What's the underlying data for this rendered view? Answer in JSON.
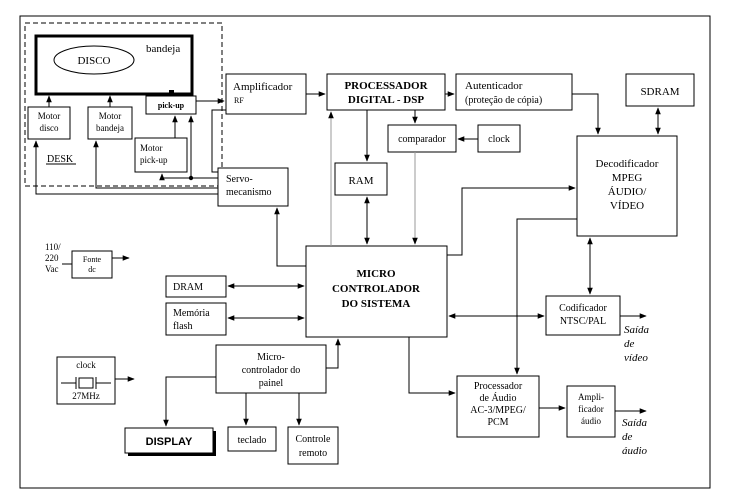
{
  "blocks": {
    "disco": "DISCO",
    "bandeja": "bandeja",
    "motor_disco": [
      "Motor",
      "disco"
    ],
    "motor_bandeja": [
      "Motor",
      "bandeja"
    ],
    "pickup": "pick-up",
    "motor_pickup": [
      "Motor",
      "pick-up"
    ],
    "desk": "DESK",
    "amplificador_rf": [
      "Amplificador",
      "RF"
    ],
    "processador_dsp": [
      "PROCESSADOR",
      "DIGITAL - DSP"
    ],
    "autenticador": [
      "Autenticador",
      "(proteção de cópia)"
    ],
    "sdram": "SDRAM",
    "comparador": "comparador",
    "clock_top": "clock",
    "ram": "RAM",
    "servo": [
      "Servo-",
      "mecanismo"
    ],
    "decodificador": [
      "Decodificador",
      "MPEG",
      "ÁUDIO/",
      "VÍDEO"
    ],
    "fonte": [
      "Fonte",
      "dc"
    ],
    "fonte_input": [
      "110/",
      "220",
      "Vac"
    ],
    "micro": [
      "MICRO",
      "CONTROLADOR",
      "DO SISTEMA"
    ],
    "dram": "DRAM",
    "memoria": [
      "Memória",
      "flash"
    ],
    "codificador": [
      "Codificador",
      "NTSC/PAL"
    ],
    "saida_video": [
      "Saída",
      "de",
      "vídeo"
    ],
    "clock_crystal": "clock",
    "clock_freq": "27MHz",
    "micro_painel": [
      "Micro-",
      "controlador do",
      "painel"
    ],
    "processador_audio": [
      "Processador",
      "de Áudio",
      "AC-3/MPEG/",
      "PCM"
    ],
    "amplificador_audio": [
      "Ampli-",
      "ficador",
      "áudio"
    ],
    "saida_audio": [
      "Saída",
      "de",
      "áudio"
    ],
    "display": "DISPLAY",
    "teclado": "teclado",
    "controle": [
      "Controle",
      "remoto"
    ]
  }
}
